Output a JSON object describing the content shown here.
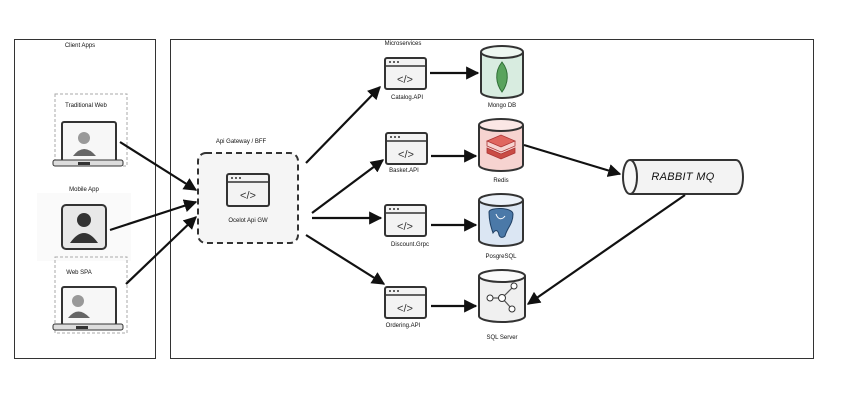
{
  "client_apps": {
    "title": "Client Apps",
    "traditional_web": "Traditional Web",
    "mobile_app": "Mobile App",
    "web_spa": "Web SPA"
  },
  "gateway": {
    "title": "Api Gateway / BFF",
    "name": "Ocelot Api GW"
  },
  "microservices": {
    "title": "Microservices",
    "catalog": "Catalog.API",
    "basket": "Basket.API",
    "discount": "Discount.Grpc",
    "ordering": "Ordering.API"
  },
  "databases": {
    "mongo": "Mongo DB",
    "redis": "Redis",
    "postgres": "PosgreSQL",
    "sqlserver": "SQL Server"
  },
  "broker": {
    "name": "RABBIT MQ"
  },
  "icons": [
    "laptop-icon",
    "phone-icon",
    "code-window-icon",
    "mongodb-icon",
    "redis-icon",
    "postgresql-icon",
    "sqlserver-icon",
    "queue-cylinder-icon"
  ],
  "colors": {
    "line": "#111111",
    "mongo_fill": "#d8ece0",
    "mongo_leaf": "#59a35d",
    "redis_fill": "#f6d3d0",
    "redis_cube": "#e0665f",
    "postgres_fill": "#dbe6f3",
    "postgres_elephant": "#4b79a8",
    "cylinder_fill": "#f3f3f3"
  }
}
